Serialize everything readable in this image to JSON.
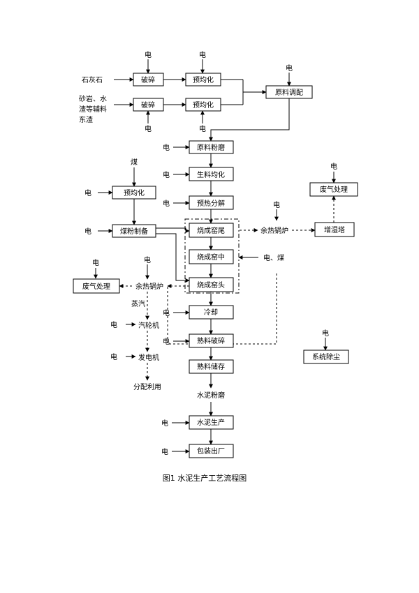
{
  "diagram": {
    "caption": "图1  水泥生产工艺流程图",
    "elec": "电",
    "elec_coal": "电、煤",
    "limestone": "石灰石",
    "aux_line1": "砂岩、水",
    "aux_line2": "渣等辅料",
    "aux_line3": "东渣",
    "crush": "破碎",
    "prehomog": "预均化",
    "raw_batching": "原料调配",
    "raw_grinding": "原料粉磨",
    "raw_meal_homog": "生料均化",
    "preheat": "预热分解",
    "coal": "煤",
    "coal_powder": "煤粉制备",
    "kiln_tail": "烧成窑尾",
    "kiln_mid": "烧成窑中",
    "kiln_head": "烧成窑头",
    "cooling": "冷却",
    "clinker_crush": "熟料破碎",
    "clinker_storage": "熟料储存",
    "cement_grinding": "水泥粉磨",
    "cement_production": "水泥生产",
    "packing": "包装出厂",
    "waste_heat_boiler": "余热锅炉",
    "humidifier": "增湿塔",
    "waste_gas": "废气处理",
    "steam": "蒸汽",
    "turbine": "汽轮机",
    "generator": "发电机",
    "distribution": "分配利用",
    "dust_removal": "系统除尘"
  }
}
